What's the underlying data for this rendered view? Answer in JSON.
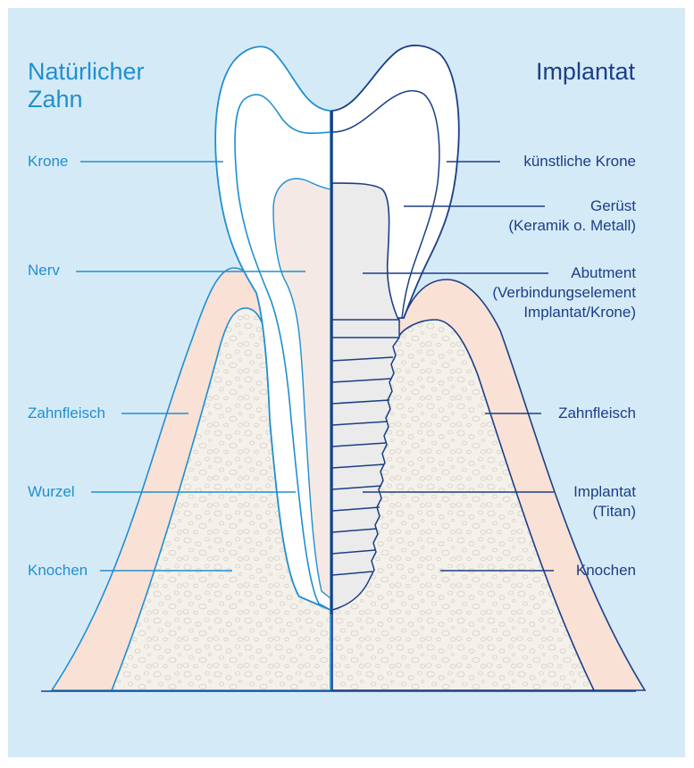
{
  "diagram": {
    "left_title_line1": "Natürlicher",
    "left_title_line2": "Zahn",
    "right_title": "Implantat",
    "left_labels": {
      "krone": "Krone",
      "nerv": "Nerv",
      "zahnfleisch": "Zahnfleisch",
      "wurzel": "Wurzel",
      "knochen": "Knochen"
    },
    "right_labels": {
      "krone": "künstliche Krone",
      "geruest_line1": "Gerüst",
      "geruest_line2": "(Keramik o. Metall)",
      "abutment_line1": "Abutment",
      "abutment_line2": "(Verbindungselement",
      "abutment_line3": "Implantat/Krone)",
      "zahnfleisch": "Zahnfleisch",
      "implantat_line1": "Implantat",
      "implantat_line2": "(Titan)",
      "knochen": "Knochen"
    },
    "colors": {
      "background": "#d5eaf7",
      "natural_blue": "#1f8fd0",
      "implant_blue": "#1b3f86",
      "gum": "#f9e1d6",
      "bone": "#f3f0ea",
      "nerve": "#f4e9e4",
      "abutment": "#ebebeb"
    }
  }
}
